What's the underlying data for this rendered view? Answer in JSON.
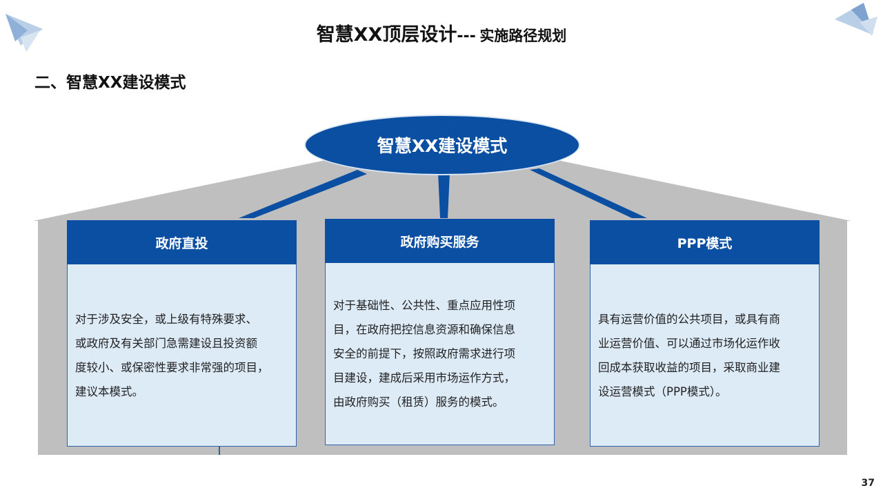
{
  "header": {
    "title_main": "智慧XX顶层设计",
    "title_sep": "---",
    "title_sub": "实施路径规划"
  },
  "section_heading": "二、智慧XX建设模式",
  "diagram": {
    "center_label": "智慧XX建设模式",
    "cards": [
      {
        "title": "政府直投",
        "lines": [
          "对于涉及安全，或上级有特殊要求、",
          "或政府及有关部门急需建设且投资额",
          "度较小、或保密性要求非常强的项目，",
          "建议本模式。"
        ]
      },
      {
        "title": "政府购买服务",
        "lines": [
          "对于基础性、公共性、重点应用性项",
          "目，在政府把控信息资源和确保信息",
          "安全的前提下，按照政府需求进行项",
          "目建设，建成后采用市场运作方式，",
          "由政府购买（租赁）服务的模式。"
        ]
      },
      {
        "title": "PPP模式",
        "lines": [
          "具有运营价值的公共项目，或具有商",
          "业运营价值、可以通过市场化运作收",
          "回成本获取收益的项目，采取商业建",
          "设运营模式（PPP模式）。"
        ]
      }
    ]
  },
  "colors": {
    "primary_blue": "#0b4fa3",
    "card_fill": "#ddebf7",
    "house_gray": "#bfbfbf"
  },
  "page_number": "37"
}
